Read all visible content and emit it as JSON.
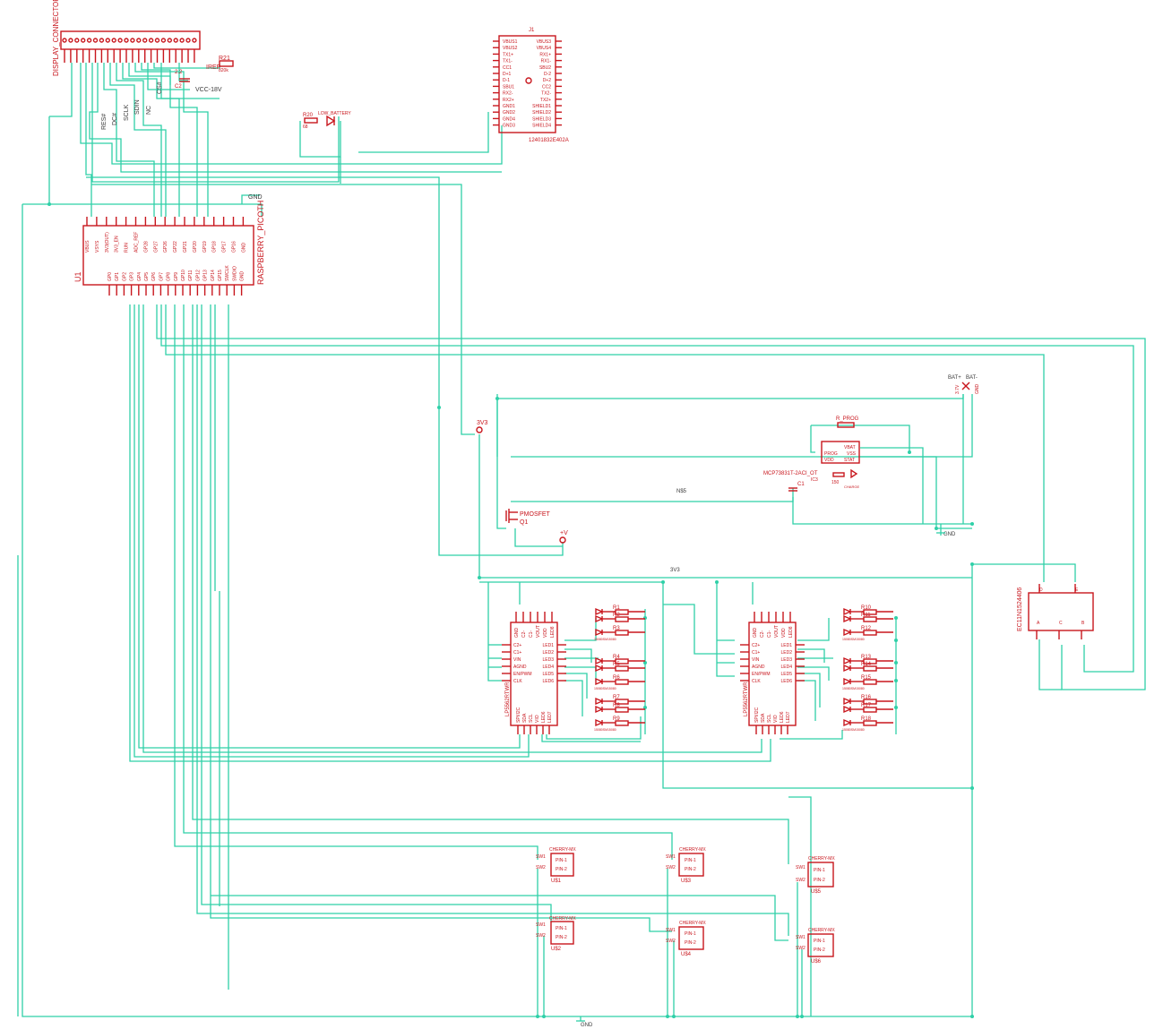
{
  "labels": {
    "display_connector": "DISPLAY_CONNECTOR",
    "r21": "R21",
    "iref": "IREF",
    "r21_val": "820k",
    "c2": "C2",
    "c2_ref": "2.2",
    "vcc": "VCC-18V",
    "res": "RES#",
    "dc": "DC#",
    "sclk": "SCLK",
    "sdin": "SDIN",
    "nc": "NC",
    "css": "CS#",
    "r20": "R20",
    "r20_val": "68",
    "led_battery": "LOW_BATTERY",
    "j1": "J1",
    "j1_part": "12401832E402A",
    "gnd": "GND",
    "u1": "U1",
    "pico": "RASPBERRY_PICOTH",
    "v3v3": "3V3",
    "pmosfet": "PMOSFET",
    "q1": "Q1",
    "vplus": "+V",
    "r_prog": "R_PROG",
    "mcp": "MCP73831T-2ACI_OT",
    "ic3": "IC3",
    "c1": "C1",
    "charge": "CHARGE",
    "r150": "150",
    "ns": "N$5",
    "bat_plus": "BAT+",
    "bat_minus": "BAT-",
    "encoder": "EC11N1524406",
    "driver_left": "LP5562RTWR",
    "driver_right": "LP5562RTWR",
    "sw1": "SW1",
    "sw2": "SW2",
    "cherry": "CHERRY-MX",
    "pin1": "PIN-1",
    "pin2": "PIN-2",
    "us1": "U$1",
    "us2": "U$2",
    "us3": "U$3",
    "us4": "U$4",
    "us5": "U$5",
    "us6": "U$6",
    "led_part": "15080SM15080"
  },
  "pico_top_pins": [
    "VBUS",
    "VSYS",
    "3V3(OUT)",
    "3V3_EN",
    "RUN",
    "ADC_REF",
    "GP28",
    "GP27",
    "GP26",
    "GP22",
    "GP21",
    "GP20",
    "GP19",
    "GP18",
    "GP17",
    "GP16",
    "GND"
  ],
  "pico_bottom_pins": [
    "GP0",
    "GP1",
    "GP2",
    "GP3",
    "GP4",
    "GP5",
    "GP6",
    "GP7",
    "GP8",
    "GP9",
    "GP10",
    "GP11",
    "GP12",
    "GP13",
    "GP14",
    "GP15",
    "SWCLK",
    "SWDIO",
    "GND"
  ],
  "j1_left": [
    "VBUS1",
    "VBUS2",
    "TX1+",
    "TX1-",
    "CC1",
    "D+1",
    "D-1",
    "SBU1",
    "RX2-",
    "RX2+",
    "GND1",
    "GND2",
    "GND4",
    "GND3"
  ],
  "j1_right": [
    "VBUS3",
    "VBUS4",
    "RX1+",
    "RX1-",
    "SBU2",
    "D-2",
    "D+2",
    "CC2",
    "TX2-",
    "TX2+",
    "SHIELD1",
    "SHIELD2",
    "SHIELD3",
    "SHIELD4"
  ],
  "mcp_pins": [
    "PROG",
    "VDD",
    "VBAT",
    "VSS",
    "STAT"
  ],
  "lp_top": [
    "GND",
    "C2-",
    "C1-",
    "VOUT",
    "VDD",
    "LED8"
  ],
  "lp_left": [
    "C2+",
    "C1+",
    "VIN",
    "AGND",
    "EN/PWM",
    "CLK"
  ],
  "lp_left_r": [
    "C2+",
    "C1+",
    "VIN",
    "AGND",
    "EN/PWM",
    "CLK"
  ],
  "lp_right": [
    "LED1",
    "LED2",
    "LED3",
    "LED4",
    "LED5",
    "LED6"
  ],
  "lp_bottom": [
    "SPI/I2C",
    "SDA",
    "SCL",
    "VIO",
    "LED6",
    "LED7"
  ],
  "res_left": [
    "R1",
    "R2",
    "R3",
    "R4",
    "R5",
    "R6",
    "R7",
    "R8",
    "R9"
  ],
  "res_right": [
    "R10",
    "R11",
    "R12",
    "R13",
    "R14",
    "R15",
    "R16",
    "R17",
    "R18"
  ],
  "encoder_pins_top": [
    "D",
    "E"
  ],
  "encoder_pins_bottom": [
    "A",
    "C",
    "B"
  ]
}
